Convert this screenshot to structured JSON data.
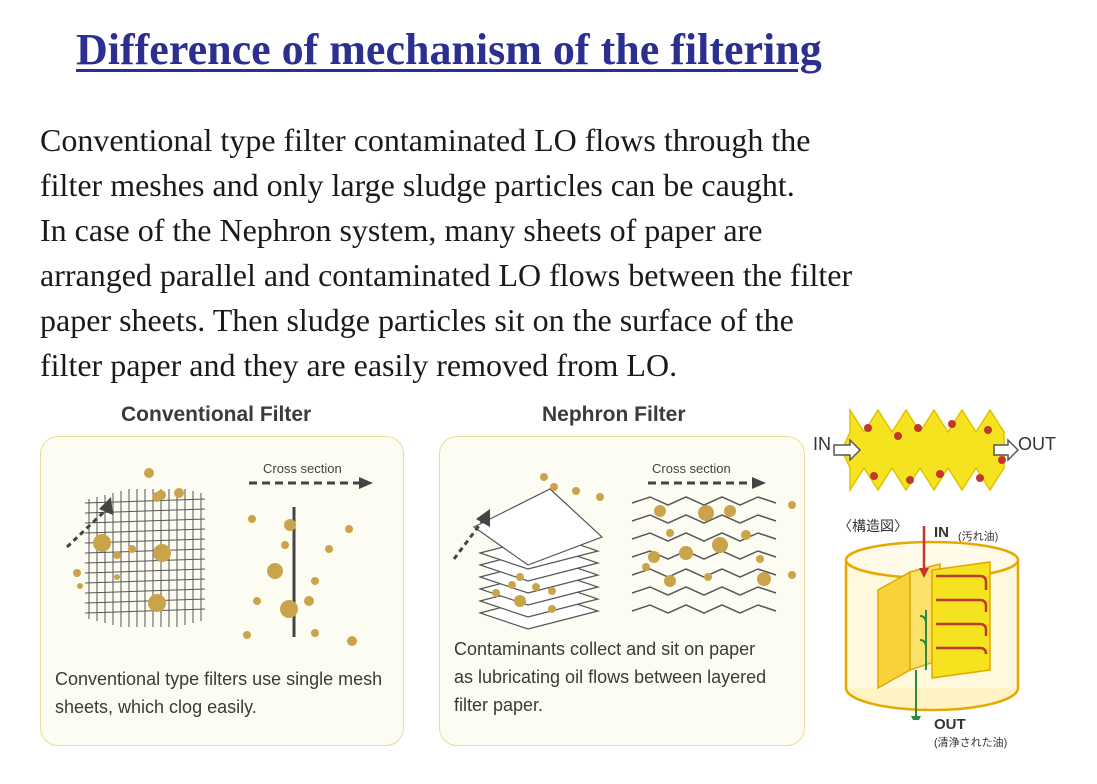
{
  "title": "Difference of mechanism of the filtering",
  "paragraph_lines": [
    "Conventional type filter contaminated LO flows through the",
    "filter meshes and only large sludge particles can be caught.",
    "In  case of the Nephron system, many sheets of paper are",
    "arranged parallel and contaminated LO flows between the filter",
    "paper sheets. Then sludge particles sit on the surface of the",
    "filter paper and they are easily removed from LO."
  ],
  "conventional": {
    "heading": "Conventional Filter",
    "cross_section_label": "Cross section",
    "caption_lines": [
      "Conventional type filters use single mesh",
      "sheets, which clog easily."
    ]
  },
  "nephron": {
    "heading": "Nephron Filter",
    "cross_section_label": "Cross section",
    "caption_lines": [
      "Contaminants collect and sit on paper",
      "as lubricating oil flows between layered",
      "filter paper."
    ]
  },
  "flow_diagram": {
    "in_label": "IN",
    "out_label": "OUT"
  },
  "structure_diagram": {
    "structure_label": "〈構造図〉",
    "in_label": "IN",
    "in_sub": "(汚れ油)",
    "out_label": "OUT",
    "out_sub": "(清浄された油)"
  },
  "colors": {
    "title": "#2b2f8f",
    "particle": "#c9a44a",
    "card_border": "#e8dd9a",
    "yellow": "#f4e31e",
    "red_dot": "#c0392b",
    "structure_border": "#e6a800"
  }
}
